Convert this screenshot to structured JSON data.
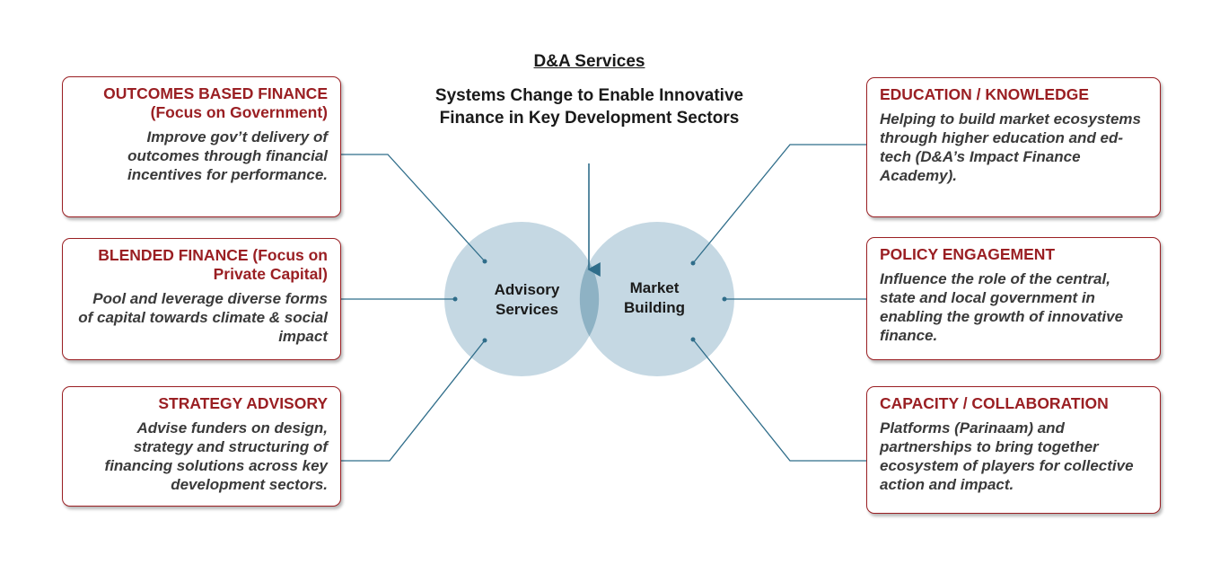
{
  "header": {
    "title": "D&A Services",
    "subtitle": "Systems Change to Enable Innovative Finance in Key Development Sectors"
  },
  "circles": {
    "left_label": "Advisory Services",
    "right_label": "Market Building"
  },
  "left_cards": [
    {
      "title": "OUTCOMES BASED FINANCE (Focus on Government)",
      "body": "Improve gov’t delivery of outcomes through financial incentives for performance."
    },
    {
      "title": "BLENDED FINANCE (Focus on Private Capital)",
      "body": "Pool and leverage diverse forms of capital towards climate & social impact"
    },
    {
      "title": "STRATEGY ADVISORY",
      "body": "Advise funders on design, strategy and structuring of financing solutions across key development sectors."
    }
  ],
  "right_cards": [
    {
      "title": "EDUCATION / KNOWLEDGE",
      "body": "Helping to build market ecosystems through higher education and ed-tech (D&A’s Impact Finance Academy)."
    },
    {
      "title": "POLICY ENGAGEMENT",
      "body": "Influence the role of the central, state and local government in enabling the growth of innovative finance."
    },
    {
      "title": "CAPACITY / COLLABORATION",
      "body": "Platforms (Parinaam) and partnerships to bring together ecosystem of players for collective action and impact."
    }
  ],
  "colors": {
    "accent_red": "#9a1f23",
    "circle_fill": "#c5d8e3",
    "overlap_fill": "#8eb2c4",
    "connector": "#2f6d8a"
  }
}
